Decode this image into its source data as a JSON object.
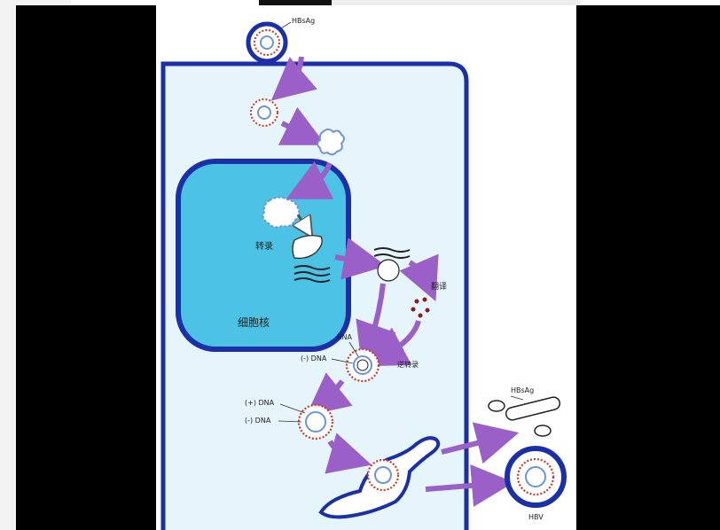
{
  "diagram": {
    "labels": {
      "hbsag_top": "HBsAg",
      "transcription": "转录",
      "translation": "翻译",
      "nucleus": "细胞核",
      "rna": "RNA",
      "minus_dna_1": "(-) DNA",
      "reverse_transcription": "逆转录",
      "plus_dna": "(+) DNA",
      "minus_dna_2": "(-) DNA",
      "hbsag_exit": "HBsAg",
      "hbv": "HBV"
    },
    "colors": {
      "membrane": "#1a2fa8",
      "cytoplasm": "#e6f5fb",
      "nucleus_fill": "#4cc3e4",
      "arrow": "#9b5fc8",
      "capsid_red": "#c63b2a",
      "dna_blue": "#6d93d8"
    }
  }
}
